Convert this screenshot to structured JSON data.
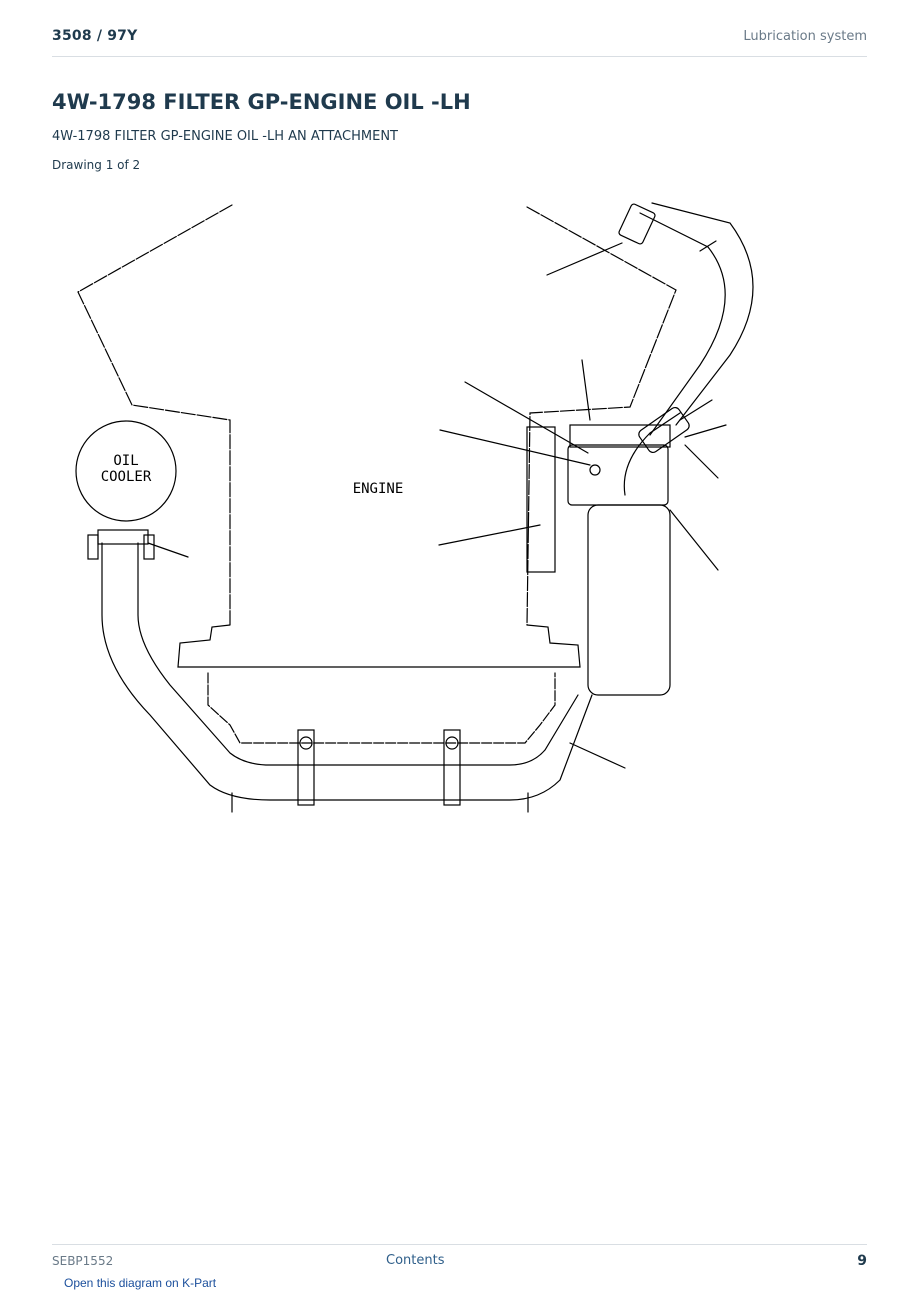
{
  "header": {
    "model": "3508  /  97Y",
    "section": "Lubrication system"
  },
  "title": "4W-1798 FILTER GP-ENGINE OIL -LH",
  "subtitle": "4W-1798 FILTER GP-ENGINE OIL -LH AN ATTACHMENT",
  "drawing_label": "Drawing 1 of 2",
  "diagram": {
    "label_oil_1": "OIL",
    "label_oil_2": "COOLER",
    "label_engine": "ENGINE"
  },
  "footer": {
    "doc_id": "SEBP1552",
    "contents": "Contents",
    "page": "9"
  },
  "kpart_link": "Open this diagram on K-Part"
}
